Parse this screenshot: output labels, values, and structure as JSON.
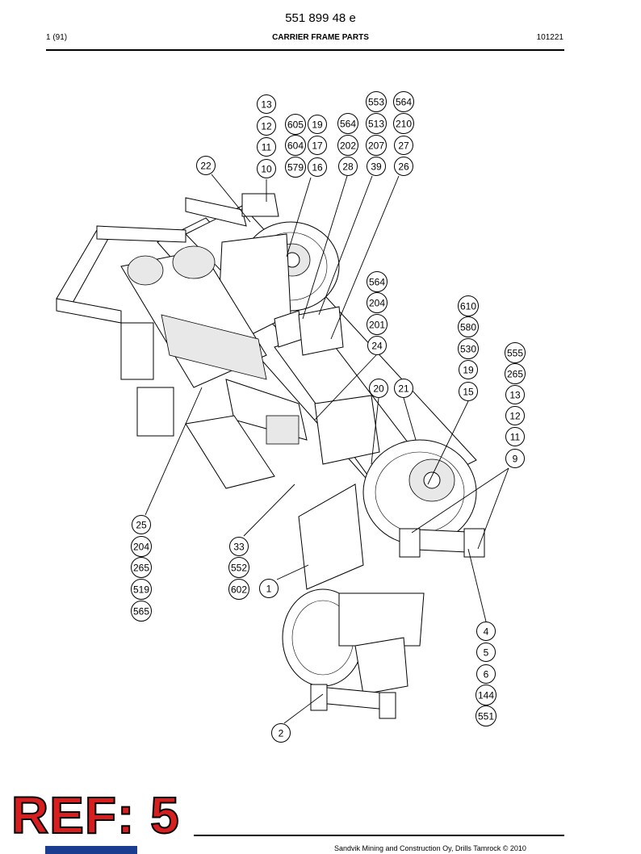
{
  "header": {
    "document_number": "551 899 48 e",
    "page": "1 (91)",
    "title": "CARRIER FRAME PARTS",
    "code": "101221"
  },
  "footer": {
    "copyright": "Sandvik Mining and Construction Oy, Drills Tamrock © 2010"
  },
  "ref_label": "REF: 5",
  "callouts": [
    {
      "id": "c13a",
      "label": "13"
    },
    {
      "id": "c12a",
      "label": "12"
    },
    {
      "id": "c11a",
      "label": "11"
    },
    {
      "id": "c10",
      "label": "10"
    },
    {
      "id": "c605",
      "label": "605"
    },
    {
      "id": "c19a",
      "label": "19"
    },
    {
      "id": "c604",
      "label": "604"
    },
    {
      "id": "c17",
      "label": "17"
    },
    {
      "id": "c579",
      "label": "579"
    },
    {
      "id": "c16",
      "label": "16"
    },
    {
      "id": "c564a",
      "label": "564"
    },
    {
      "id": "c202",
      "label": "202"
    },
    {
      "id": "c28",
      "label": "28"
    },
    {
      "id": "c553",
      "label": "553"
    },
    {
      "id": "c513",
      "label": "513"
    },
    {
      "id": "c207",
      "label": "207"
    },
    {
      "id": "c39",
      "label": "39"
    },
    {
      "id": "c564b",
      "label": "564"
    },
    {
      "id": "c210",
      "label": "210"
    },
    {
      "id": "c27",
      "label": "27"
    },
    {
      "id": "c26",
      "label": "26"
    },
    {
      "id": "c22",
      "label": "22"
    },
    {
      "id": "c564c",
      "label": "564"
    },
    {
      "id": "c204a",
      "label": "204"
    },
    {
      "id": "c201",
      "label": "201"
    },
    {
      "id": "c24",
      "label": "24"
    },
    {
      "id": "c610",
      "label": "610"
    },
    {
      "id": "c580",
      "label": "580"
    },
    {
      "id": "c530",
      "label": "530"
    },
    {
      "id": "c19b",
      "label": "19"
    },
    {
      "id": "c15",
      "label": "15"
    },
    {
      "id": "c555",
      "label": "555"
    },
    {
      "id": "c265a",
      "label": "265"
    },
    {
      "id": "c13b",
      "label": "13"
    },
    {
      "id": "c12b",
      "label": "12"
    },
    {
      "id": "c11b",
      "label": "11"
    },
    {
      "id": "c9",
      "label": "9"
    },
    {
      "id": "c20",
      "label": "20"
    },
    {
      "id": "c21",
      "label": "21"
    },
    {
      "id": "c25",
      "label": "25"
    },
    {
      "id": "c204b",
      "label": "204"
    },
    {
      "id": "c265b",
      "label": "265"
    },
    {
      "id": "c519",
      "label": "519"
    },
    {
      "id": "c565",
      "label": "565"
    },
    {
      "id": "c33",
      "label": "33"
    },
    {
      "id": "c552",
      "label": "552"
    },
    {
      "id": "c602",
      "label": "602"
    },
    {
      "id": "c1",
      "label": "1"
    },
    {
      "id": "c4",
      "label": "4"
    },
    {
      "id": "c5",
      "label": "5"
    },
    {
      "id": "c6",
      "label": "6"
    },
    {
      "id": "c144",
      "label": "144"
    },
    {
      "id": "c551",
      "label": "551"
    },
    {
      "id": "c2",
      "label": "2"
    }
  ]
}
